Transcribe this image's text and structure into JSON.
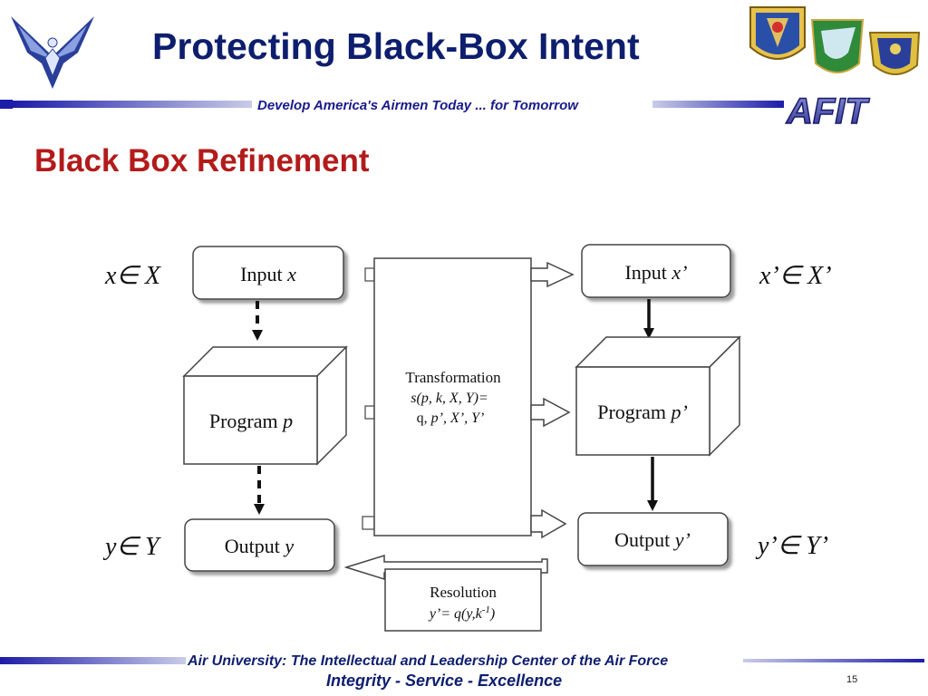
{
  "header": {
    "title": "Protecting Black-Box Intent",
    "tagline": "Develop America's Airmen Today ... for Tomorrow",
    "logo_text": "AFIT"
  },
  "section": {
    "heading": "Black Box Refinement"
  },
  "diagram": {
    "left_input": {
      "label": "Input",
      "var": "x",
      "domain": "x∈ X"
    },
    "left_program": {
      "label": "Program",
      "var": "p"
    },
    "left_output": {
      "label": "Output",
      "var": "y",
      "domain": "y∈ Y"
    },
    "transformation": {
      "title": "Transformation",
      "line2": "s(p, k, X, Y)=",
      "line3_plain": "q,",
      "line3_italic": "p’, X’, Y’"
    },
    "right_input": {
      "label": "Input",
      "var": "x’",
      "domain": "x’∈ X’"
    },
    "right_program": {
      "label": "Program",
      "var": "p’"
    },
    "right_output": {
      "label": "Output",
      "var": "y’",
      "domain": "y’∈ Y’"
    },
    "resolution": {
      "title": "Resolution",
      "formula": "y’= q(y,k",
      "formula_sup": "-1",
      "formula_end": ")"
    }
  },
  "footer": {
    "line1": "Air University: The Intellectual and Leadership Center of the Air Force",
    "line2": "Integrity - Service - Excellence",
    "page_number": "15"
  },
  "colors": {
    "navy": "#0e1e6e",
    "bar_blue": "#2c2cb0",
    "heading_red": "#b31b1b"
  }
}
